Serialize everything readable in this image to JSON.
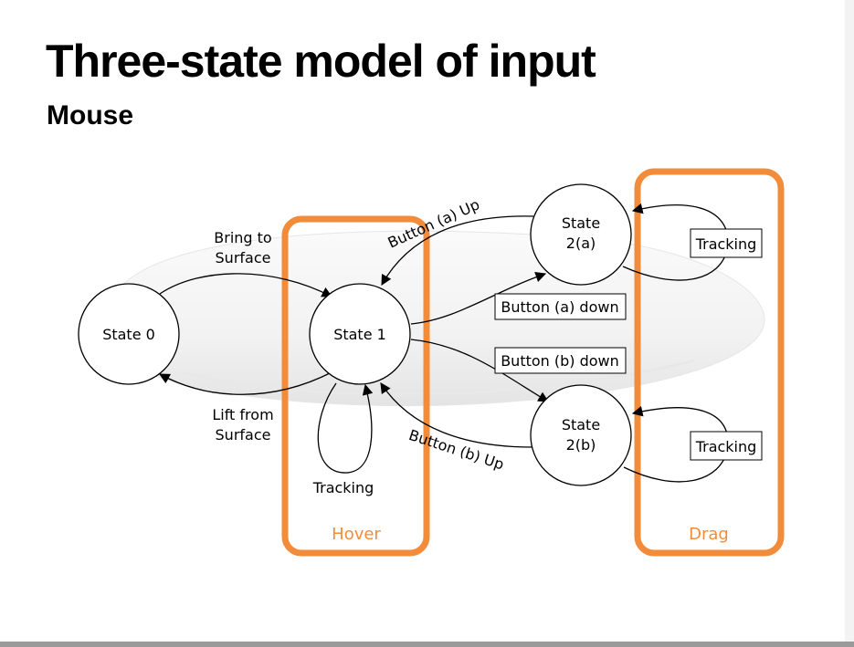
{
  "slide": {
    "title": "Three-state model of input",
    "subtitle": "Mouse"
  },
  "colors": {
    "group_border": "#f28c3a",
    "group_label": "#f28c3a",
    "stroke": "#000000"
  },
  "states": {
    "s0": "State 0",
    "s1": "State 1",
    "s2a_line1": "State",
    "s2a_line2": "2(a)",
    "s2b_line1": "State",
    "s2b_line2": "2(b)"
  },
  "transitions": {
    "bring_line1": "Bring to",
    "bring_line2": "Surface",
    "lift_line1": "Lift from",
    "lift_line2": "Surface",
    "tracking_hover": "Tracking",
    "button_a_up": "Button (a) Up",
    "button_a_down": "Button (a) down",
    "button_b_down": "Button (b) down",
    "button_b_up": "Button (b) Up",
    "tracking_2a": "Tracking",
    "tracking_2b": "Tracking"
  },
  "groups": {
    "hover": "Hover",
    "drag": "Drag"
  }
}
